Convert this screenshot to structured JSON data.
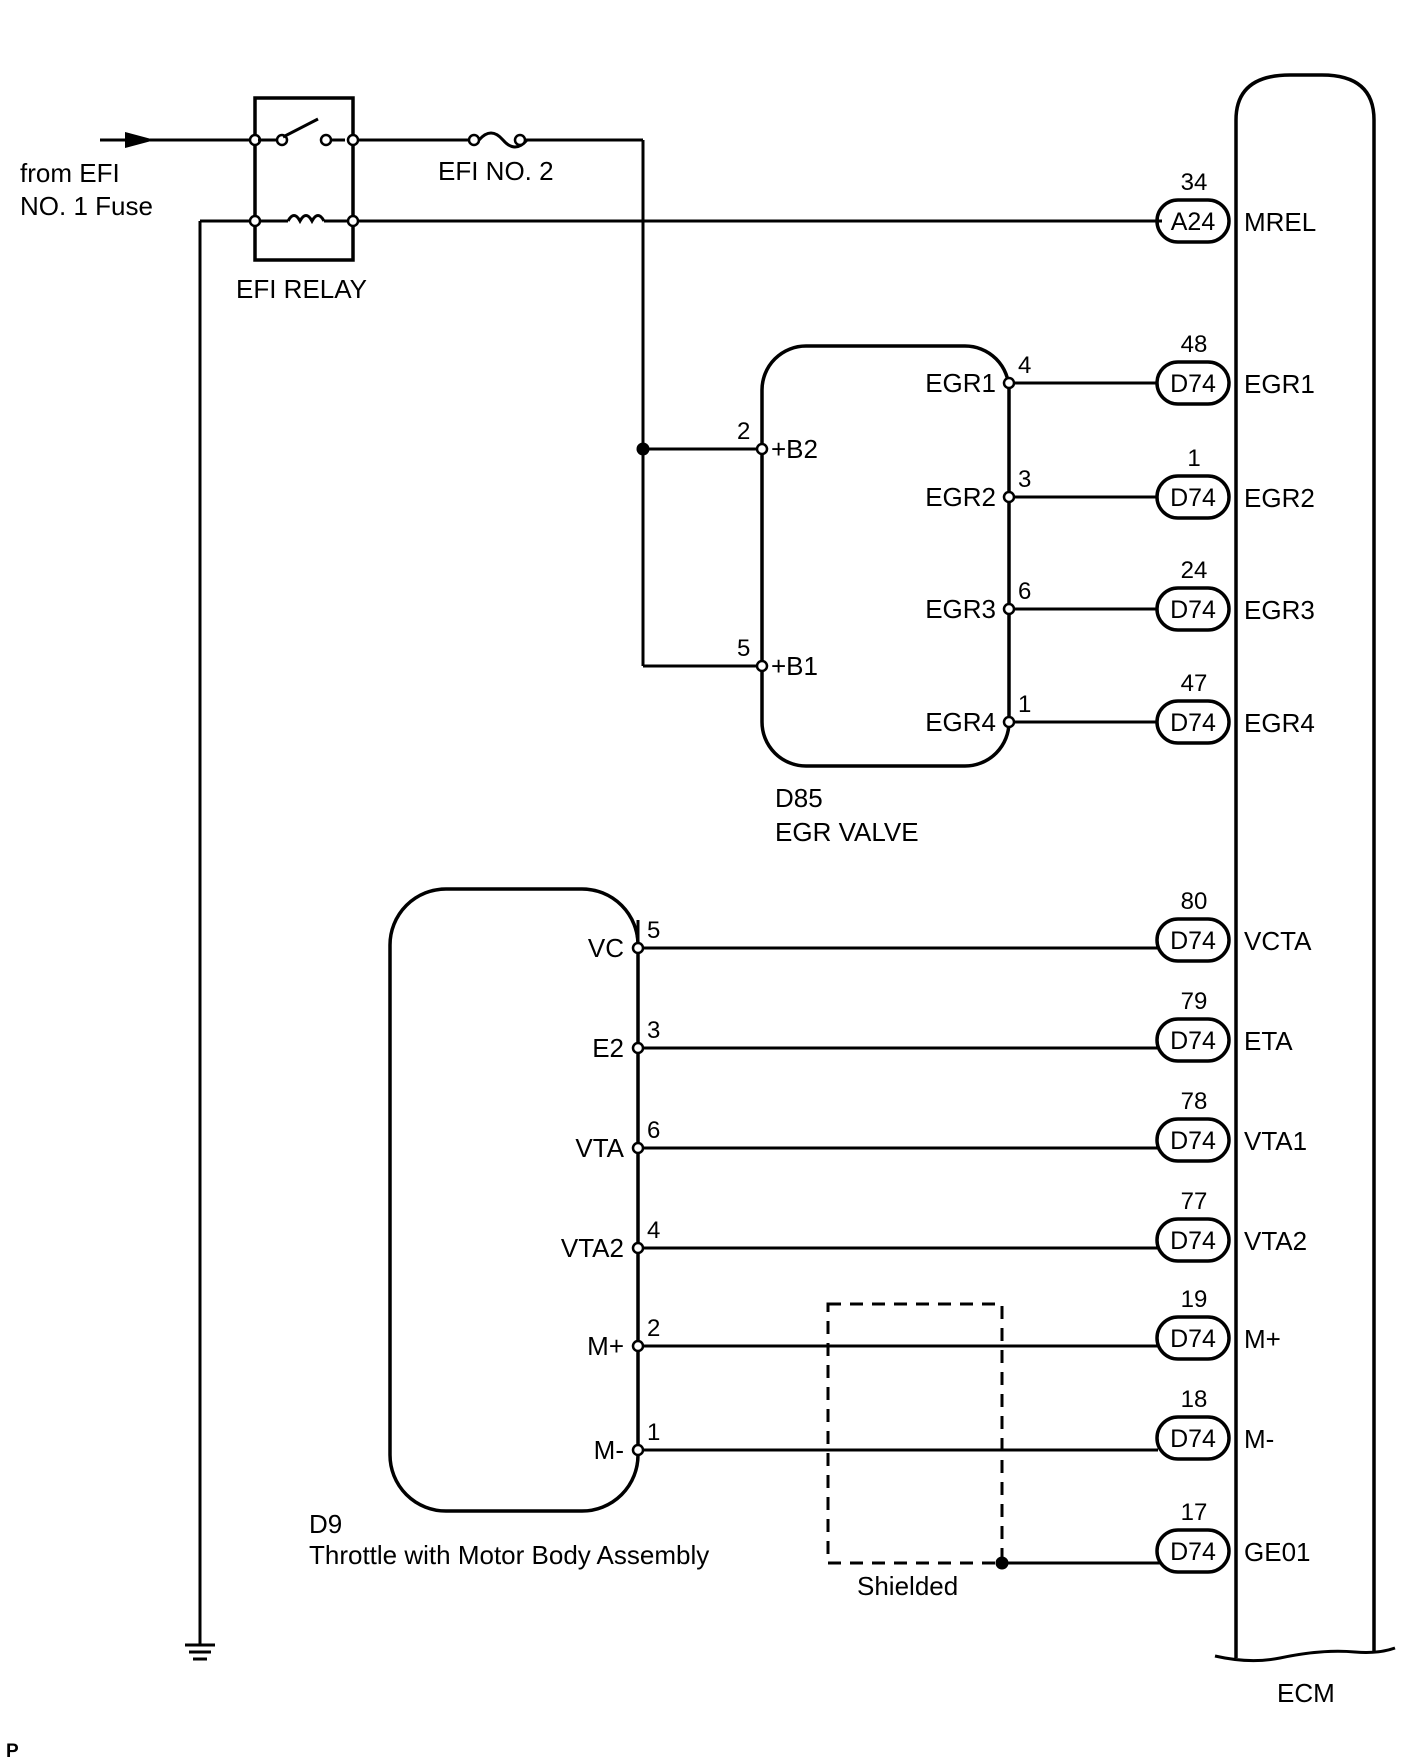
{
  "source": {
    "label_line1": "from EFI",
    "label_line2": "NO. 1 Fuse"
  },
  "relay": {
    "label": "EFI RELAY"
  },
  "fuse": {
    "label": "EFI NO. 2"
  },
  "ecm": {
    "label": "ECM",
    "terminals": [
      {
        "conn": "A24",
        "pin": "34",
        "name": "MREL"
      },
      {
        "conn": "D74",
        "pin": "48",
        "name": "EGR1"
      },
      {
        "conn": "D74",
        "pin": "1",
        "name": "EGR2"
      },
      {
        "conn": "D74",
        "pin": "24",
        "name": "EGR3"
      },
      {
        "conn": "D74",
        "pin": "47",
        "name": "EGR4"
      },
      {
        "conn": "D74",
        "pin": "80",
        "name": "VCTA"
      },
      {
        "conn": "D74",
        "pin": "79",
        "name": "ETA"
      },
      {
        "conn": "D74",
        "pin": "78",
        "name": "VTA1"
      },
      {
        "conn": "D74",
        "pin": "77",
        "name": "VTA2"
      },
      {
        "conn": "D74",
        "pin": "19",
        "name": "M+"
      },
      {
        "conn": "D74",
        "pin": "18",
        "name": "M-"
      },
      {
        "conn": "D74",
        "pin": "17",
        "name": "GE01"
      }
    ]
  },
  "egr_valve": {
    "code": "D85",
    "name": "EGR VALVE",
    "power_pins": [
      {
        "pin": "2",
        "name": "+B2"
      },
      {
        "pin": "5",
        "name": "+B1"
      }
    ],
    "signal_pins": [
      {
        "pin": "4",
        "name": "EGR1"
      },
      {
        "pin": "3",
        "name": "EGR2"
      },
      {
        "pin": "6",
        "name": "EGR3"
      },
      {
        "pin": "1",
        "name": "EGR4"
      }
    ]
  },
  "throttle": {
    "code": "D9",
    "name": "Throttle with Motor Body Assembly",
    "pins": [
      {
        "pin": "5",
        "name": "VC"
      },
      {
        "pin": "3",
        "name": "E2"
      },
      {
        "pin": "6",
        "name": "VTA"
      },
      {
        "pin": "4",
        "name": "VTA2"
      },
      {
        "pin": "2",
        "name": "M+"
      },
      {
        "pin": "1",
        "name": "M-"
      }
    ]
  },
  "shield": {
    "label": "Shielded"
  },
  "corner_mark": "P"
}
